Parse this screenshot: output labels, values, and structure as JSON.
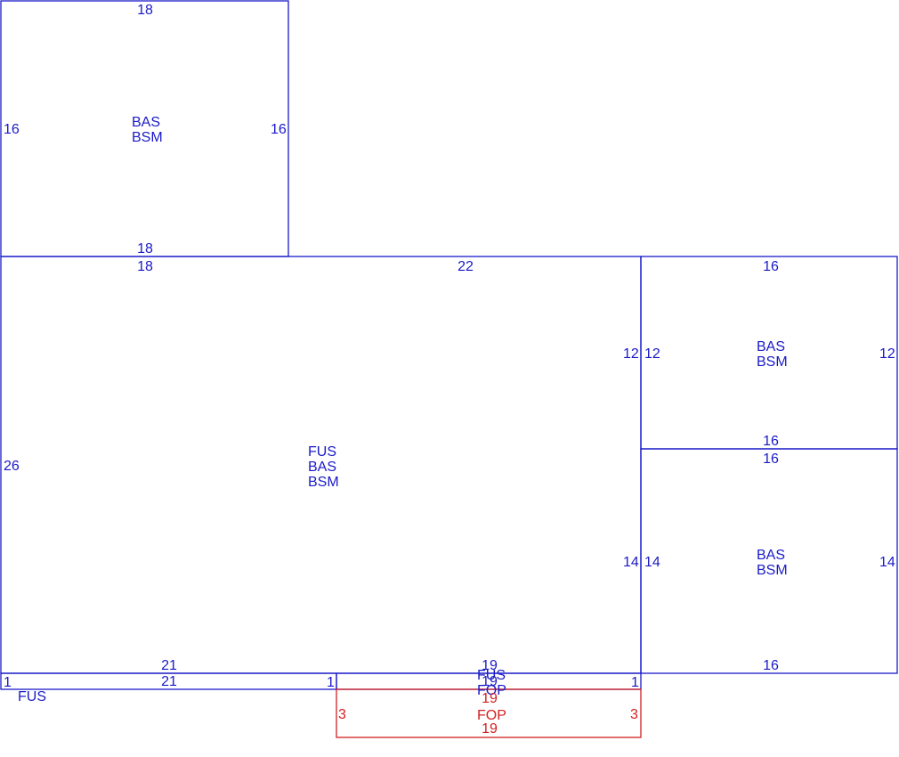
{
  "colors": {
    "primary": "#1a1ac8",
    "highlight": "#d42020"
  },
  "areas": [
    {
      "id": "top-left",
      "labels": [
        "BAS",
        "BSM"
      ],
      "top": "18",
      "bottom": "18",
      "left": "16",
      "right": "16"
    },
    {
      "id": "main",
      "labels": [
        "FUS",
        "BAS",
        "BSM"
      ],
      "top_left": "18",
      "top_right": "22",
      "left": "26",
      "right_upper": "12",
      "right_lower": "14",
      "bottom_left": "21",
      "bottom_right": "19"
    },
    {
      "id": "right-upper",
      "labels": [
        "BAS",
        "BSM"
      ],
      "top": "16",
      "bottom": "16",
      "left": "12",
      "right": "12"
    },
    {
      "id": "right-lower",
      "labels": [
        "BAS",
        "BSM"
      ],
      "top": "16",
      "bottom": "16",
      "left": "14",
      "right": "14"
    },
    {
      "id": "strip-left",
      "labels": [
        "FUS"
      ],
      "top": "21",
      "left": "1",
      "right": "1"
    },
    {
      "id": "strip-right",
      "labels": [
        "FUS",
        "FOP"
      ],
      "top": "19",
      "right": "1"
    },
    {
      "id": "porch",
      "labels": [
        "FOP"
      ],
      "top": "19",
      "bottom": "19",
      "left": "3",
      "right": "3"
    }
  ]
}
